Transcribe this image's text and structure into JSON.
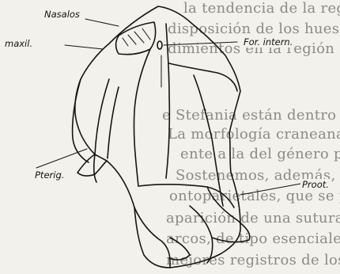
{
  "background_text": [
    "la tendencia de la región posterior",
    "disposición de los huesos de la b",
    "dimientos en la región de la cara",
    "e Stefania están dentro de este caso",
    "La morfología craneana de Terma",
    "ente a la del género patagónico",
    "Sostenemos, además, que el cráneo",
    "ontoparietales, que se presentan soldados",
    "aparición de una sutura sagital",
    "arcos, de tipo esenciales, que son",
    "mejores registros de los cráneos"
  ],
  "figure": {
    "labels": {
      "nasales": "Nasalos",
      "maxil": "maxil.",
      "for_intern": "For. intern.",
      "pterig": "Pterig.",
      "proot": "Proot."
    },
    "ink_color": "#151515"
  }
}
